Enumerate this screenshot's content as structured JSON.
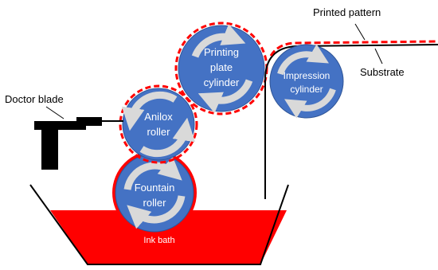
{
  "labels": {
    "printed_pattern": "Printed pattern",
    "substrate": "Substrate",
    "doctor_blade": "Doctor blade",
    "ink_bath": "Ink bath"
  },
  "rollers": {
    "printing_plate": {
      "line1": "Printing",
      "line2": "plate",
      "line3": "cylinder"
    },
    "impression": {
      "line1": "Impression",
      "line2": "cylinder"
    },
    "anilox": {
      "line1": "Anilox",
      "line2": "roller"
    },
    "fountain": {
      "line1": "Fountain",
      "line2": "roller"
    }
  },
  "colors": {
    "roller_fill": "#4472c4",
    "roller_stroke": "#2f5597",
    "ink": "#ff0000",
    "arrow": "#d9d9d9",
    "line": "#000000"
  }
}
